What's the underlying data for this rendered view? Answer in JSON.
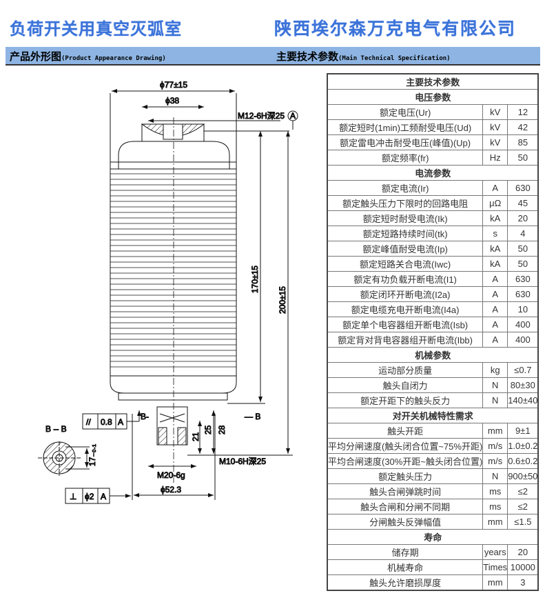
{
  "header": {
    "product_title": "负荷开关用真空灭弧室",
    "company": "陕西埃尔森万克电气有限公司"
  },
  "sections": {
    "drawing_cn": "产品外形图",
    "drawing_en": "(Product Appearance Drawing)",
    "spec_cn": "主要技术参数",
    "spec_en": "(Main Technical Specification)"
  },
  "drawing": {
    "dia_outer": "ϕ77±15",
    "dia_top": "ϕ38",
    "thread_top": "M12-6H深25",
    "datum": "A",
    "len_170": "170±15",
    "len_200": "200±15",
    "section_mark_left": "B-",
    "section_mark_right": "— B",
    "parallel_tol": "0.8",
    "parallel_ref": "A",
    "parallel_sym": "//",
    "section_title": "B -- B",
    "flat_dim": "17₋₀.₁",
    "dim_21": "21",
    "dim_25": "25",
    "dim_28": "28",
    "thread_bottom": "M10-6H深25",
    "thread_ext": "M20-6g",
    "dia_bottom": "ϕ52.3",
    "perp_sym": "⊥",
    "perp_tol": "ϕ2",
    "perp_ref": "A"
  },
  "table": {
    "title": "主要技术参数",
    "groups": [
      {
        "name": "电压参数",
        "rows": [
          [
            "额定电压(Ur)",
            "kV",
            "12"
          ],
          [
            "额定短时(1min)工频耐受电压(Ud)",
            "kV",
            "42"
          ],
          [
            "额定雷电冲击耐受电压(峰值)(Up)",
            "kV",
            "85"
          ],
          [
            "额定频率(fr)",
            "Hz",
            "50"
          ]
        ]
      },
      {
        "name": "电流参数",
        "rows": [
          [
            "额定电流(Ir)",
            "A",
            "630"
          ],
          [
            "额定触头压力下限时的回路电阻",
            "μΩ",
            "45"
          ],
          [
            "额定短时耐受电流(Ik)",
            "kA",
            "20"
          ],
          [
            "额定短路持续时间(tk)",
            "s",
            "4"
          ],
          [
            "额定峰值耐受电流(Ip)",
            "kA",
            "50"
          ],
          [
            "额定短路关合电流(Iwc)",
            "kA",
            "50"
          ],
          [
            "额定有功负载开断电流(I1)",
            "A",
            "630"
          ],
          [
            "额定闭环开断电流(I2a)",
            "A",
            "630"
          ],
          [
            "额定电缆充电开断电流(I4a)",
            "A",
            "10"
          ],
          [
            "额定单个电容器组开断电流(Isb)",
            "A",
            "400"
          ],
          [
            "额定背对背电容器组开断电流(Ibb)",
            "A",
            "400"
          ]
        ]
      },
      {
        "name": "机械参数",
        "rows": [
          [
            "运动部分质量",
            "kg",
            "≤0.7"
          ],
          [
            "触头自闭力",
            "N",
            "80±30"
          ],
          [
            "额定开距下的触头反力",
            "N",
            "140±40"
          ]
        ]
      },
      {
        "name": "对开关机械特性需求",
        "rows": [
          [
            "触头开距",
            "mm",
            "9±1"
          ],
          [
            "平均分闸速度(触头闭合位置~75%开距)",
            "m/s",
            "1.0±0.2"
          ],
          [
            "平均合闸速度(30%开距~触头闭合位置)",
            "m/s",
            "0.6±0.2"
          ],
          [
            "额定触头压力",
            "N",
            "900±50"
          ],
          [
            "触头合闸弹跳时间",
            "ms",
            "≤2"
          ],
          [
            "触头合闸和分闸不同期",
            "ms",
            "≤2"
          ],
          [
            "分闸触头反弹幅值",
            "mm",
            "≤1.5"
          ]
        ]
      },
      {
        "name": "寿命",
        "rows": [
          [
            "储存期",
            "years",
            "20"
          ],
          [
            "机械寿命",
            "Times",
            "10000"
          ],
          [
            "触头允许磨损厚度",
            "mm",
            "3"
          ]
        ]
      }
    ]
  }
}
